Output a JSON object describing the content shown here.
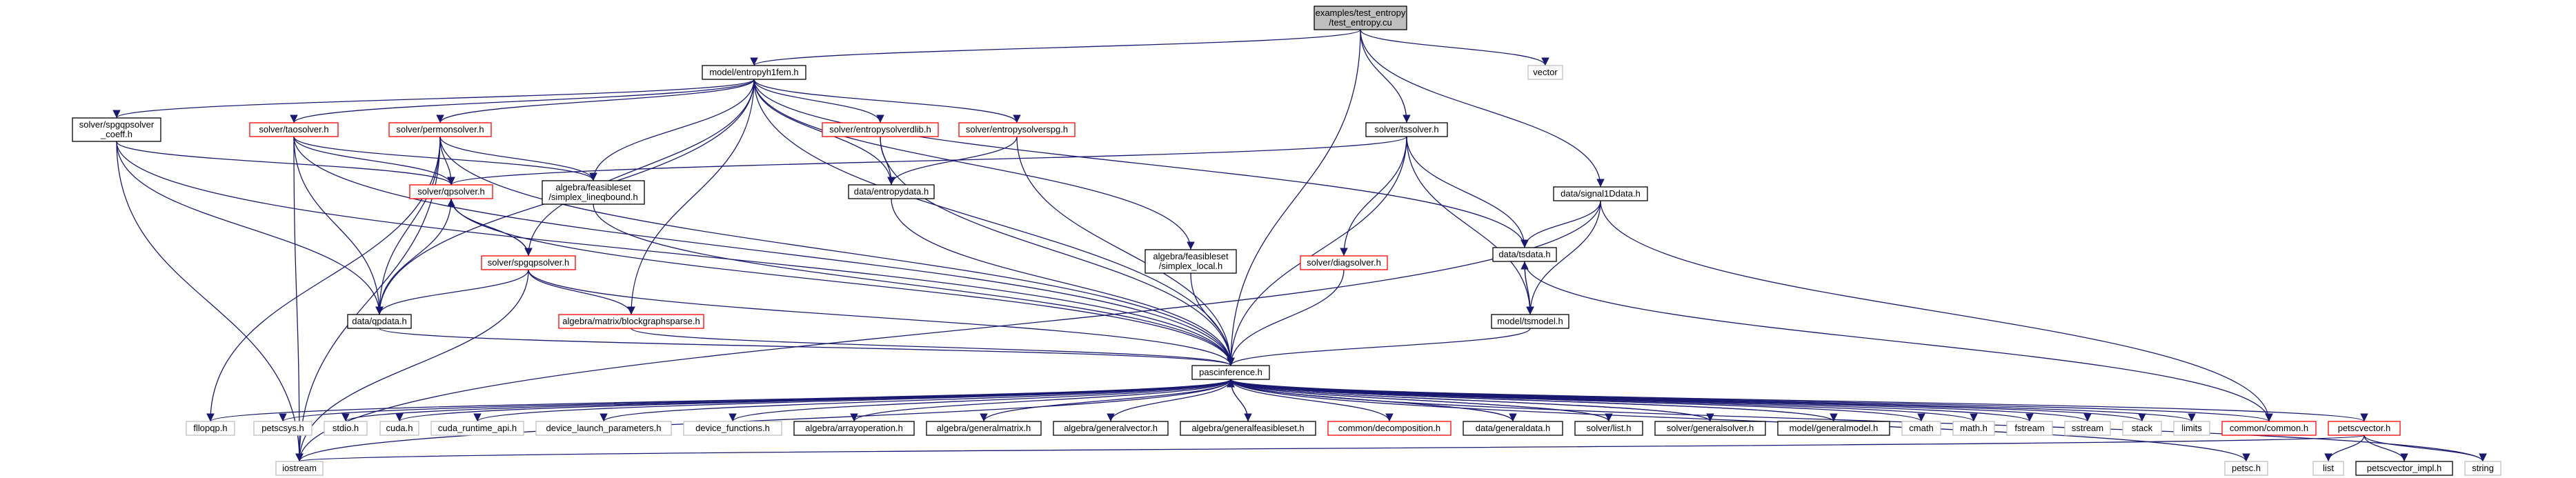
{
  "root": {
    "lines": [
      "examples/test_entropy",
      "/test_entropy.cu"
    ]
  },
  "nodes": {
    "entropyh1fem": {
      "lines": [
        "model/entropyh1fem.h"
      ],
      "color": "black"
    },
    "vector": {
      "lines": [
        "vector"
      ],
      "color": "grey"
    },
    "tssolver": {
      "lines": [
        "solver/tssolver.h"
      ],
      "color": "black"
    },
    "signal1Ddata": {
      "lines": [
        "data/signal1Ddata.h"
      ],
      "color": "black"
    },
    "spgqpsolver_coeff": {
      "lines": [
        "solver/spgqpsolver",
        "_coeff.h"
      ],
      "color": "black"
    },
    "taosolver": {
      "lines": [
        "solver/taosolver.h"
      ],
      "color": "red"
    },
    "permonsolver": {
      "lines": [
        "solver/permonsolver.h"
      ],
      "color": "red"
    },
    "entropysolverdlib": {
      "lines": [
        "solver/entropysolverdlib.h"
      ],
      "color": "red"
    },
    "entropysolverspg": {
      "lines": [
        "solver/entropysolverspg.h"
      ],
      "color": "red"
    },
    "simplex_lineqbound": {
      "lines": [
        "algebra/feasibleset",
        "/simplex_lineqbound.h"
      ],
      "color": "black"
    },
    "qpsolver": {
      "lines": [
        "solver/qpsolver.h"
      ],
      "color": "red"
    },
    "entropydata": {
      "lines": [
        "data/entropydata.h"
      ],
      "color": "black"
    },
    "spgqpsolver": {
      "lines": [
        "solver/spgqpsolver.h"
      ],
      "color": "red"
    },
    "simplex_local": {
      "lines": [
        "algebra/feasibleset",
        "/simplex_local.h"
      ],
      "color": "black"
    },
    "diagsolver": {
      "lines": [
        "solver/diagsolver.h"
      ],
      "color": "red"
    },
    "tsdata": {
      "lines": [
        "data/tsdata.h"
      ],
      "color": "black"
    },
    "qpdata": {
      "lines": [
        "data/qpdata.h"
      ],
      "color": "black"
    },
    "blockgraphsparse": {
      "lines": [
        "algebra/matrix/blockgraphsparse.h"
      ],
      "color": "red"
    },
    "tsmodel": {
      "lines": [
        "model/tsmodel.h"
      ],
      "color": "black"
    },
    "pascinference": {
      "lines": [
        "pascinference.h"
      ],
      "color": "black"
    },
    "fllopqp": {
      "lines": [
        "fllopqp.h"
      ],
      "color": "grey"
    },
    "petscsys": {
      "lines": [
        "petscsys.h"
      ],
      "color": "grey"
    },
    "stdio": {
      "lines": [
        "stdio.h"
      ],
      "color": "grey"
    },
    "cuda": {
      "lines": [
        "cuda.h"
      ],
      "color": "grey"
    },
    "cuda_runtime_api": {
      "lines": [
        "cuda_runtime_api.h"
      ],
      "color": "grey"
    },
    "device_launch_parameters": {
      "lines": [
        "device_launch_parameters.h"
      ],
      "color": "grey"
    },
    "device_functions": {
      "lines": [
        "device_functions.h"
      ],
      "color": "grey"
    },
    "arrayoperation": {
      "lines": [
        "algebra/arrayoperation.h"
      ],
      "color": "black"
    },
    "generalmatrix": {
      "lines": [
        "algebra/generalmatrix.h"
      ],
      "color": "black"
    },
    "generalvector": {
      "lines": [
        "algebra/generalvector.h"
      ],
      "color": "black"
    },
    "generalfeasibleset": {
      "lines": [
        "algebra/generalfeasibleset.h"
      ],
      "color": "black"
    },
    "decomposition": {
      "lines": [
        "common/decomposition.h"
      ],
      "color": "red"
    },
    "generaldata": {
      "lines": [
        "data/generaldata.h"
      ],
      "color": "black"
    },
    "list_h": {
      "lines": [
        "solver/list.h"
      ],
      "color": "black"
    },
    "generalsolver": {
      "lines": [
        "solver/generalsolver.h"
      ],
      "color": "black"
    },
    "generalmodel": {
      "lines": [
        "model/generalmodel.h"
      ],
      "color": "black"
    },
    "cmath": {
      "lines": [
        "cmath"
      ],
      "color": "grey"
    },
    "math": {
      "lines": [
        "math.h"
      ],
      "color": "grey"
    },
    "fstream": {
      "lines": [
        "fstream"
      ],
      "color": "grey"
    },
    "sstream": {
      "lines": [
        "sstream"
      ],
      "color": "grey"
    },
    "stack": {
      "lines": [
        "stack"
      ],
      "color": "grey"
    },
    "limits": {
      "lines": [
        "limits"
      ],
      "color": "grey"
    },
    "common": {
      "lines": [
        "common/common.h"
      ],
      "color": "red"
    },
    "petscvector": {
      "lines": [
        "petscvector.h"
      ],
      "color": "red"
    },
    "iostream": {
      "lines": [
        "iostream"
      ],
      "color": "grey"
    },
    "petsc": {
      "lines": [
        "petsc.h"
      ],
      "color": "grey"
    },
    "list": {
      "lines": [
        "list"
      ],
      "color": "grey"
    },
    "petscvector_impl": {
      "lines": [
        "petscvector_impl.h"
      ],
      "color": "black"
    },
    "string": {
      "lines": [
        "string"
      ],
      "color": "grey"
    }
  },
  "edges": [
    [
      "root",
      "entropyh1fem"
    ],
    [
      "root",
      "vector"
    ],
    [
      "root",
      "tssolver"
    ],
    [
      "root",
      "signal1Ddata"
    ],
    [
      "root",
      "pascinference"
    ],
    [
      "entropyh1fem",
      "spgqpsolver_coeff"
    ],
    [
      "entropyh1fem",
      "taosolver"
    ],
    [
      "entropyh1fem",
      "permonsolver"
    ],
    [
      "entropyh1fem",
      "entropysolverdlib"
    ],
    [
      "entropyh1fem",
      "entropysolverspg"
    ],
    [
      "entropyh1fem",
      "simplex_lineqbound"
    ],
    [
      "entropyh1fem",
      "entropydata"
    ],
    [
      "entropyh1fem",
      "simplex_local"
    ],
    [
      "entropyh1fem",
      "tsdata"
    ],
    [
      "entropyh1fem",
      "spgqpsolver"
    ],
    [
      "entropyh1fem",
      "blockgraphsparse"
    ],
    [
      "entropyh1fem",
      "qpdata"
    ],
    [
      "entropyh1fem",
      "pascinference"
    ],
    [
      "spgqpsolver_coeff",
      "qpsolver"
    ],
    [
      "spgqpsolver_coeff",
      "qpdata"
    ],
    [
      "spgqpsolver_coeff",
      "iostream"
    ],
    [
      "spgqpsolver_coeff",
      "pascinference"
    ],
    [
      "taosolver",
      "qpsolver"
    ],
    [
      "taosolver",
      "qpdata"
    ],
    [
      "taosolver",
      "simplex_lineqbound"
    ],
    [
      "taosolver",
      "iostream"
    ],
    [
      "taosolver",
      "pascinference"
    ],
    [
      "permonsolver",
      "qpsolver"
    ],
    [
      "permonsolver",
      "qpdata"
    ],
    [
      "permonsolver",
      "simplex_lineqbound"
    ],
    [
      "permonsolver",
      "fllopqp"
    ],
    [
      "permonsolver",
      "iostream"
    ],
    [
      "permonsolver",
      "pascinference"
    ],
    [
      "entropysolverdlib",
      "entropydata"
    ],
    [
      "entropysolverdlib",
      "pascinference"
    ],
    [
      "entropysolverspg",
      "entropydata"
    ],
    [
      "entropysolverspg",
      "pascinference"
    ],
    [
      "simplex_lineqbound",
      "pascinference"
    ],
    [
      "tssolver",
      "qpsolver"
    ],
    [
      "tssolver",
      "diagsolver"
    ],
    [
      "tssolver",
      "tsdata"
    ],
    [
      "tssolver",
      "tsmodel"
    ],
    [
      "tssolver",
      "pascinference"
    ],
    [
      "signal1Ddata",
      "tsdata"
    ],
    [
      "signal1Ddata",
      "tsmodel"
    ],
    [
      "signal1Ddata",
      "common"
    ],
    [
      "signal1Ddata",
      "iostream"
    ],
    [
      "qpsolver",
      "spgqpsolver"
    ],
    [
      "qpsolver",
      "qpdata"
    ],
    [
      "qpsolver",
      "pascinference"
    ],
    [
      "spgqpsolver",
      "qpsolver"
    ],
    [
      "spgqpsolver",
      "qpdata"
    ],
    [
      "spgqpsolver",
      "blockgraphsparse"
    ],
    [
      "spgqpsolver",
      "iostream"
    ],
    [
      "spgqpsolver",
      "pascinference"
    ],
    [
      "entropydata",
      "pascinference"
    ],
    [
      "simplex_local",
      "pascinference"
    ],
    [
      "diagsolver",
      "pascinference"
    ],
    [
      "tsdata",
      "tsmodel"
    ],
    [
      "tsdata",
      "common"
    ],
    [
      "tsmodel",
      "tsdata"
    ],
    [
      "tsmodel",
      "pascinference"
    ],
    [
      "qpdata",
      "pascinference"
    ],
    [
      "blockgraphsparse",
      "pascinference"
    ],
    [
      "pascinference",
      "fllopqp"
    ],
    [
      "pascinference",
      "petscsys"
    ],
    [
      "pascinference",
      "stdio"
    ],
    [
      "pascinference",
      "cuda"
    ],
    [
      "pascinference",
      "cuda_runtime_api"
    ],
    [
      "pascinference",
      "device_launch_parameters"
    ],
    [
      "pascinference",
      "device_functions"
    ],
    [
      "pascinference",
      "arrayoperation"
    ],
    [
      "pascinference",
      "generalmatrix"
    ],
    [
      "pascinference",
      "generalvector"
    ],
    [
      "pascinference",
      "generalfeasibleset"
    ],
    [
      "pascinference",
      "decomposition"
    ],
    [
      "pascinference",
      "generaldata"
    ],
    [
      "pascinference",
      "list_h"
    ],
    [
      "pascinference",
      "generalsolver"
    ],
    [
      "pascinference",
      "generalmodel"
    ],
    [
      "pascinference",
      "cmath"
    ],
    [
      "pascinference",
      "math"
    ],
    [
      "pascinference",
      "fstream"
    ],
    [
      "pascinference",
      "sstream"
    ],
    [
      "pascinference",
      "stack"
    ],
    [
      "pascinference",
      "limits"
    ],
    [
      "pascinference",
      "common"
    ],
    [
      "pascinference",
      "petscvector"
    ],
    [
      "pascinference",
      "iostream"
    ],
    [
      "pascinference",
      "petsc"
    ],
    [
      "pascinference",
      "string"
    ],
    [
      "generalfeasibleset",
      "pascinference"
    ],
    [
      "generaldata",
      "pascinference"
    ],
    [
      "generalsolver",
      "pascinference"
    ],
    [
      "generalmodel",
      "pascinference"
    ],
    [
      "list_h",
      "pascinference"
    ],
    [
      "petscvector",
      "iostream"
    ],
    [
      "petscvector",
      "list"
    ],
    [
      "petscvector",
      "petscvector_impl"
    ],
    [
      "petscvector",
      "string"
    ]
  ]
}
